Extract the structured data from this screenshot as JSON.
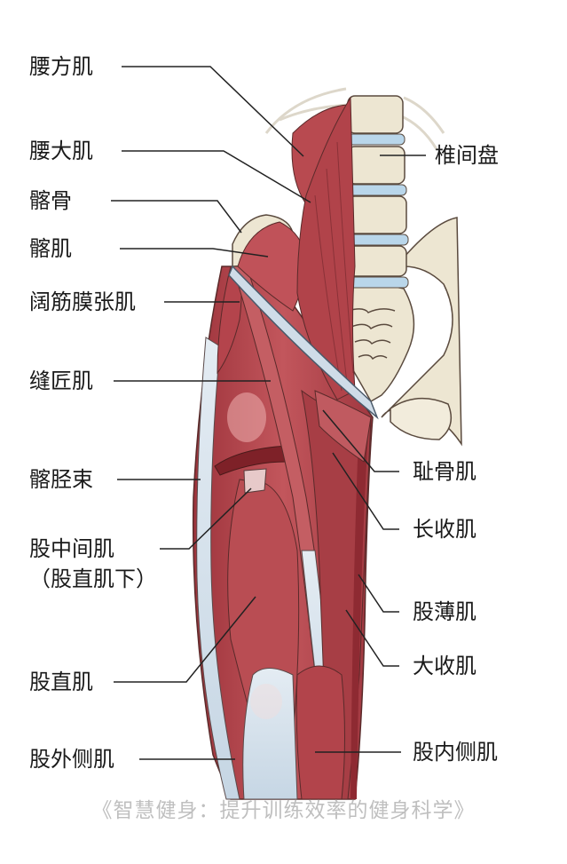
{
  "labels_left": [
    {
      "id": "quadratus-lumborum",
      "text": "腰方肌"
    },
    {
      "id": "psoas-major",
      "text": "腰大肌"
    },
    {
      "id": "ilium",
      "text": "髂骨"
    },
    {
      "id": "iliacus",
      "text": "髂肌"
    },
    {
      "id": "tensor-fasciae-latae",
      "text": "阔筋膜张肌"
    },
    {
      "id": "sartorius",
      "text": "缝匠肌"
    },
    {
      "id": "iliotibial-band",
      "text": "髂胫束"
    },
    {
      "id": "vastus-intermedius",
      "text": "股中间肌"
    },
    {
      "id": "vastus-intermedius-note",
      "text": "（股直肌下）"
    },
    {
      "id": "rectus-femoris",
      "text": "股直肌"
    },
    {
      "id": "vastus-lateralis",
      "text": "股外侧肌"
    }
  ],
  "labels_right": [
    {
      "id": "intervertebral-disc",
      "text": "椎间盘"
    },
    {
      "id": "pectineus",
      "text": "耻骨肌"
    },
    {
      "id": "adductor-longus",
      "text": "长收肌"
    },
    {
      "id": "gracilis",
      "text": "股薄肌"
    },
    {
      "id": "adductor-magnus",
      "text": "大收肌"
    },
    {
      "id": "vastus-medialis",
      "text": "股内侧肌"
    }
  ],
  "credit": "《智慧健身：提升训练效率的健身科学》",
  "colors": {
    "muscle": "#b5474e",
    "muscle_dark": "#8e2a32",
    "muscle_light": "#d7868a",
    "bone": "#ede6d2",
    "tendon": "#cfdce8",
    "disc": "#b9d6ea",
    "outline": "#5a3a36",
    "leader": "#222222"
  }
}
